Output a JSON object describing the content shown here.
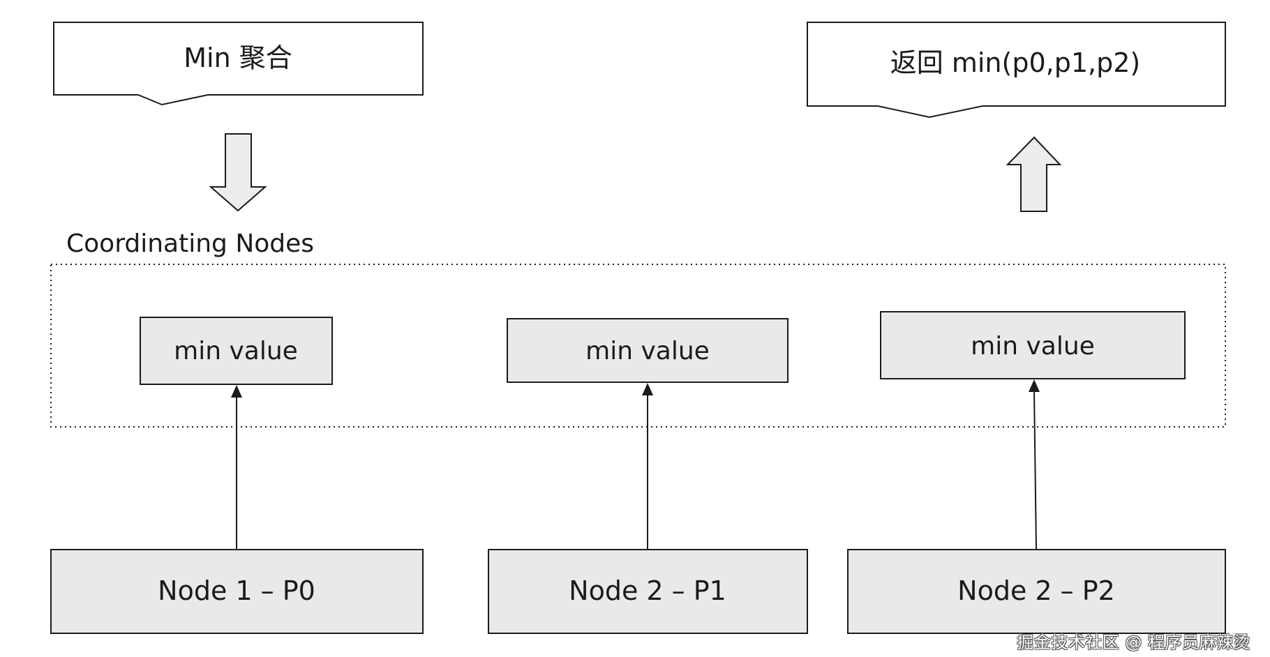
{
  "diagram": {
    "request_label": "Min 聚合",
    "response_label": "返回 min(p0,p1,p2)",
    "group_label": "Coordinating Nodes",
    "min_boxes": [
      "min value",
      "min value",
      "min value"
    ],
    "nodes": [
      "Node 1 – P0",
      "Node 2 – P1",
      "Node 2 – P2"
    ]
  },
  "watermark": "掘金技术社区 @ 程序员麻辣烫",
  "colors": {
    "box_fill": "#e8eaea",
    "stroke": "#1a1a1a",
    "arrow_fill": "#eceeee"
  }
}
